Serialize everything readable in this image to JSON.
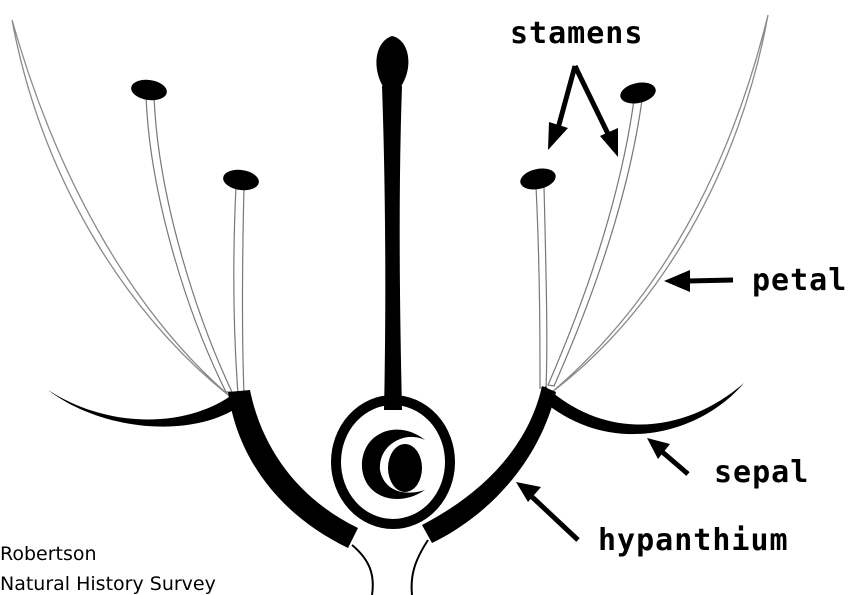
{
  "labels": {
    "stamens": "stamens",
    "petal": "petal",
    "sepal": "sepal",
    "hypanthium": "hypanthium"
  },
  "credit": {
    "line1": "Robertson",
    "line2": "Natural History Survey"
  },
  "colors": {
    "ink": "#000000",
    "background": "#ffffff",
    "petal_outline": "#8a8a8a"
  }
}
